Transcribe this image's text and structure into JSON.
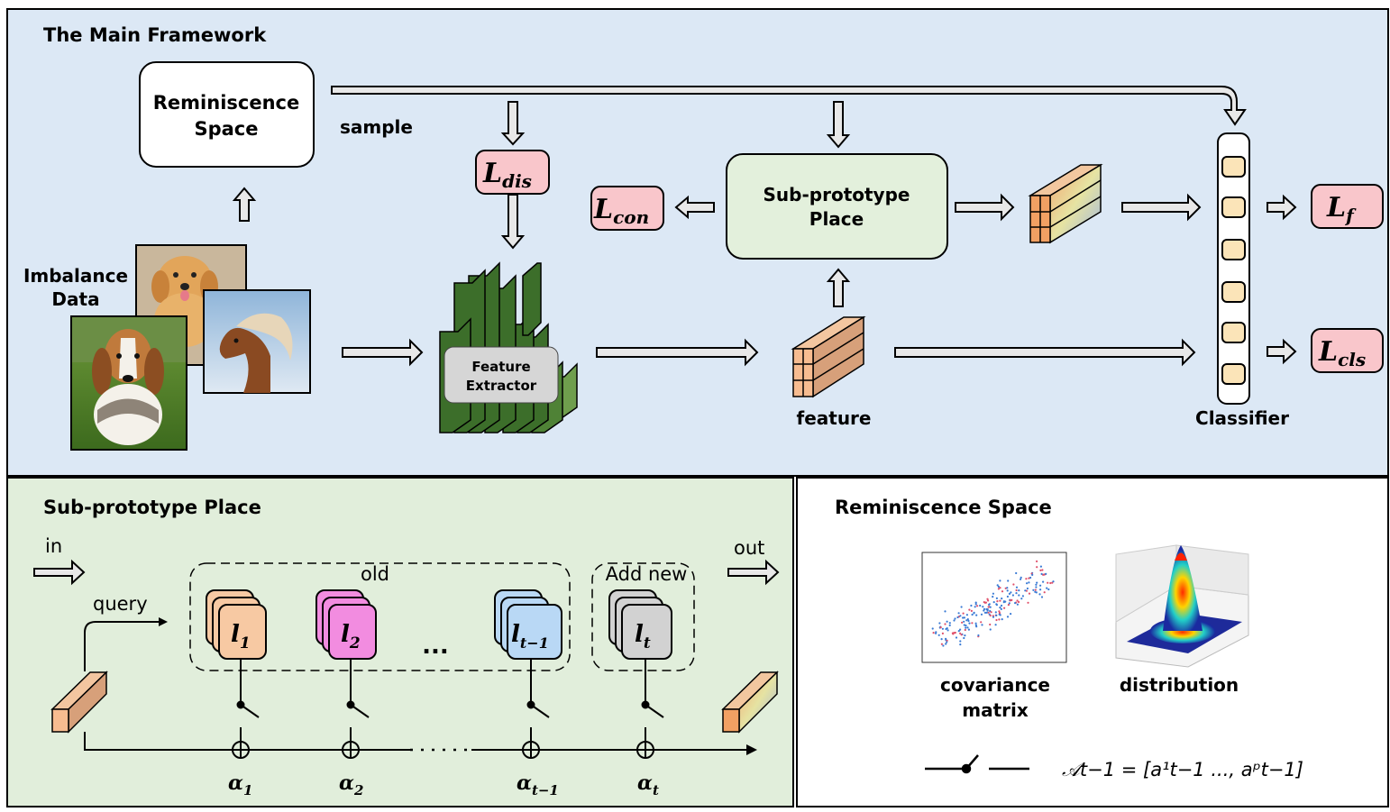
{
  "main_framework": {
    "title": "The Main Framework",
    "reminiscence_space": [
      "Reminiscence",
      "Space"
    ],
    "sample_label": "sample",
    "imbalance_data": [
      "Imbalance",
      "Data"
    ],
    "feature_extractor": [
      "Feature",
      "Extractor"
    ],
    "sub_prototype_place": [
      "Sub-prototype",
      "Place"
    ],
    "feature_label": "feature",
    "classifier_label": "Classifier",
    "losses": {
      "dis": {
        "base": "L",
        "sub": "dis"
      },
      "con": {
        "base": "L",
        "sub": "con"
      },
      "f": {
        "base": "L",
        "sub": "f"
      },
      "cls": {
        "base": "L",
        "sub": "cls"
      }
    },
    "images": [
      "dog-puppy",
      "beagle",
      "horse"
    ]
  },
  "sub_prototype_panel": {
    "title": "Sub-prototype Place",
    "in_label": "in",
    "out_label": "out",
    "query_label": "query",
    "old_label": "old",
    "add_new_label": "Add new",
    "ellipsis": "...",
    "prototypes": [
      {
        "base": "l",
        "sub": "1",
        "color": "#f7c9a3"
      },
      {
        "base": "l",
        "sub": "2",
        "color": "#f28ce0"
      },
      {
        "base": "l",
        "sub": "t−1",
        "color": "#b9d8f5"
      },
      {
        "base": "l",
        "sub": "t",
        "color": "#d2d2d2"
      }
    ],
    "alphas": [
      {
        "base": "α",
        "sub": "1"
      },
      {
        "base": "α",
        "sub": "2"
      },
      {
        "base": "α",
        "sub": "t−1"
      },
      {
        "base": "α",
        "sub": "t"
      }
    ]
  },
  "reminiscence_panel": {
    "title": "Reminiscence Space",
    "covariance_label": [
      "covariance",
      "matrix"
    ],
    "distribution_label": "distribution",
    "formula": "𝒜t−1 = [a¹t−1 ..., aᵖt−1]"
  },
  "colors": {
    "main_bg": "#dce8f5",
    "sub_bg": "#e1eedb",
    "loss_fill": "#f9c6cb",
    "subproto_fill": "#e3f0dc",
    "extractor_dark": "#3c6e2a",
    "extractor_light": "#6f9e4d"
  }
}
